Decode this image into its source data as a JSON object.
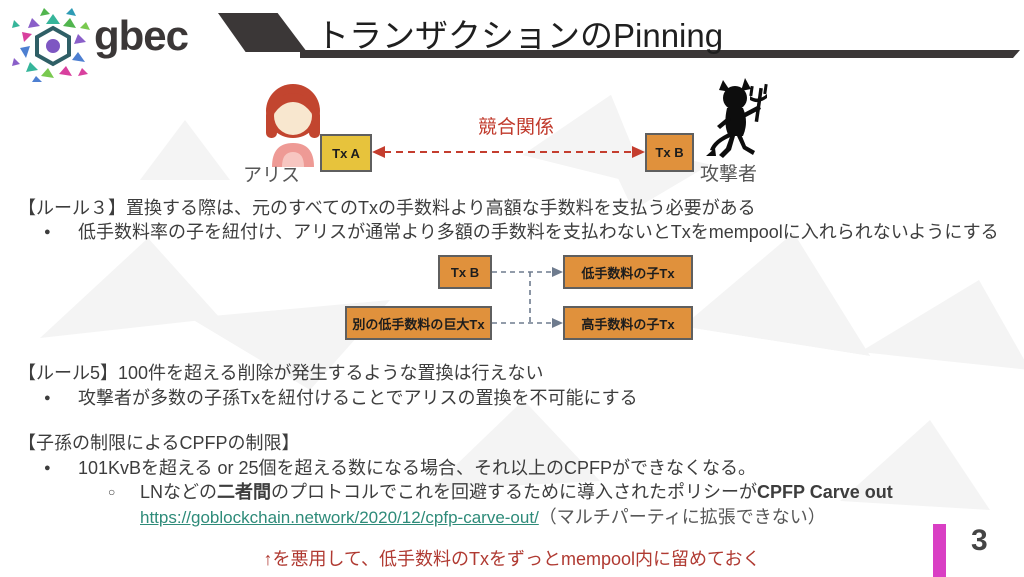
{
  "header": {
    "logo_text": "gbec",
    "title": "トランザクションのPinning"
  },
  "glyphs": {
    "bullet": "●",
    "sub_bullet": "○"
  },
  "top_diagram": {
    "alice_label": "アリス",
    "tx_a": "Tx A",
    "relation_label": "競合関係",
    "tx_b": "Tx B",
    "attacker_label": "攻撃者"
  },
  "rule3": {
    "heading": "【ルール３】置換する際は、元のすべてのTxの手数料より高額な手数料を支払う必要がある",
    "bullet": "低手数料率の子を紐付け、アリスが通常より多額の手数料を支払わないとTxをmempoolに入れられないようにする"
  },
  "pin_diagram": {
    "tx_b": "Tx B",
    "low_fee_child": "低手数料の子Tx",
    "big_low_fee": "別の低手数料の巨大Tx",
    "high_fee_child": "高手数料の子Tx"
  },
  "rule5": {
    "heading": "【ルール5】100件を超える削除が発生するような置換は行えない",
    "bullet": "攻撃者が多数の子孫Txを紐付けることでアリスの置換を不可能にする"
  },
  "cpfp": {
    "heading": "【子孫の制限によるCPFPの制限】",
    "bullet1": "101KvBを超える or 25個を超える数になる場合、それ以上のCPFPができなくなる。",
    "sub_prefix": "LNなどの",
    "sub_bold1": "二者間",
    "sub_middle": "のプロトコルでこれを回避するために導入されたポリシーが",
    "sub_bold2": "CPFP Carve out",
    "link": "https://goblockchain.network/2020/12/cpfp-carve-out/",
    "link_note": "（マルチパーティに拡張できない）"
  },
  "footer": {
    "warning": "↑を悪用して、低手数料のTxをずっとmempool内に留めておく",
    "page_number": "3"
  },
  "colors": {
    "text": "#3d3d3d",
    "dark": "#3b3737",
    "yellow-box": "#e7c33c",
    "orange-box": "#e0913c",
    "box-border": "#5f5f5f",
    "red": "#c0392b",
    "footer-red": "#b03a32",
    "link-teal": "#2e8b79",
    "gray-label": "#575757",
    "pink-bar": "#d93fc4",
    "connector": "#6e7b8e",
    "watermark": "#f4f4f4"
  }
}
